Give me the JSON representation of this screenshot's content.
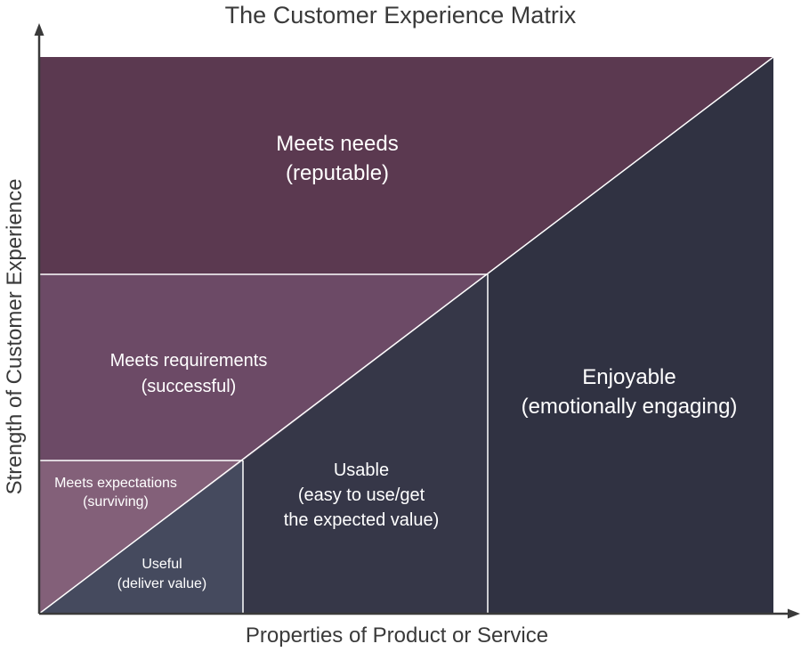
{
  "title": "The Customer Experience Matrix",
  "x_axis_label": "Properties of Product or Service",
  "y_axis_label": "Strength of Customer Experience",
  "colors": {
    "meets_needs": "#5b3950",
    "meets_requirements": "#6c4a66",
    "meets_expectations": "#836079",
    "useful": "#454a5e",
    "usable": "#363748",
    "enjoyable": "#303242",
    "divider": "#ffffff",
    "axis": "#3a3a3a"
  },
  "regions": {
    "meets_needs": {
      "line1": "Meets needs",
      "line2": "(reputable)"
    },
    "meets_requirements": {
      "line1": "Meets requirements",
      "line2": "(successful)"
    },
    "meets_expectations": {
      "line1": "Meets expectations",
      "line2": "(surviving)"
    },
    "useful": {
      "line1": "Useful",
      "line2": "(deliver value)"
    },
    "usable": {
      "line1": "Usable",
      "line2": "(easy to use/get",
      "line3": "the expected value)"
    },
    "enjoyable": {
      "line1": "Enjoyable",
      "line2": "(emotionally engaging)"
    }
  }
}
